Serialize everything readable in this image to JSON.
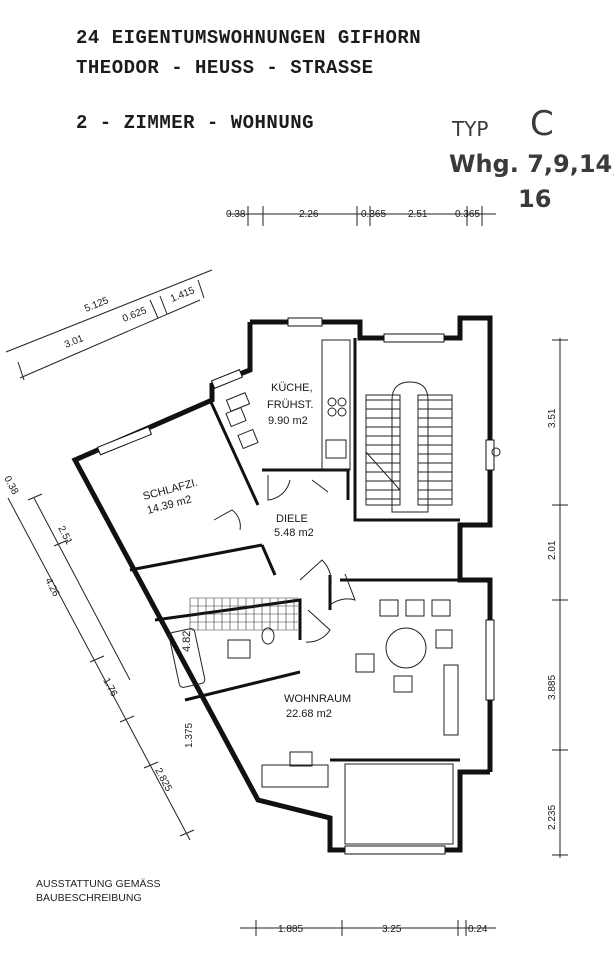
{
  "header": {
    "line1": "24 EIGENTUMSWOHNUNGEN GIFHORN",
    "line2": "THEODOR - HEUSS - STRASSE",
    "line3": "2 - ZIMMER - WOHNUNG",
    "typ_label": "TYP",
    "typ_value": "C",
    "units_line1": "Whg. 7,9,14,",
    "units_line2": "16"
  },
  "rooms": {
    "kueche_line1": "KÜCHE,",
    "kueche_line2": "FRÜHST.",
    "kueche_area": "9.90 m2",
    "schlafzi": "SCHLAFZI.",
    "schlafzi_area": "14.39 m2",
    "diele": "DIELE",
    "diele_area": "5.48 m2",
    "wohnraum": "WOHNRAUM",
    "wohnraum_area": "22.68 m2",
    "bad_area": "4.82"
  },
  "dimensions": {
    "top": [
      "0.38",
      "2.26",
      "0.365",
      "2.51",
      "0.365"
    ],
    "upper_left_outer": "5.125",
    "upper_left_a": "3.01",
    "upper_left_b": "0.625",
    "upper_left_c": "1.415",
    "left_a": "0.38",
    "left_b": "2.51",
    "left_c": "4.26",
    "left_d": "1.76",
    "left_e": "1.375",
    "left_f": "2.825",
    "right": [
      "3.51",
      "2.01",
      "3.885",
      "2.235"
    ],
    "bottom": [
      "1.885",
      "3.25",
      "0.24"
    ]
  },
  "notes": {
    "line1": "AUSSTATTUNG GEMÄSS",
    "line2": "BAUBESCHREIBUNG"
  }
}
